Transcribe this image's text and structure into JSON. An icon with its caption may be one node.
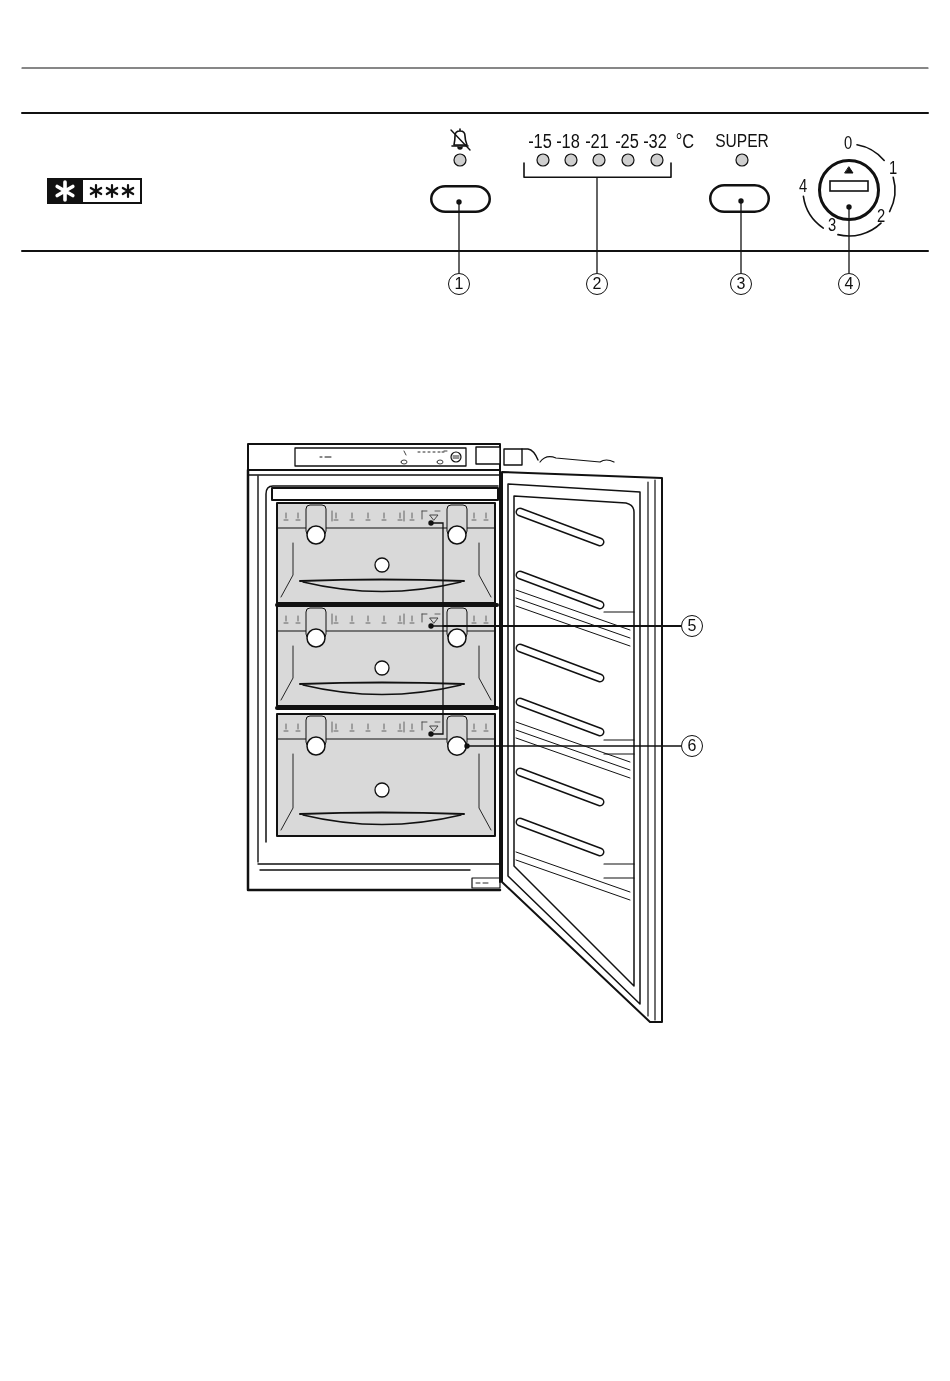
{
  "diagram": {
    "nodes": [
      {
        "text": [],
        "shape": "box"
      },
      {
        "text": [],
        "shape": "bracket"
      },
      {
        "text": [],
        "shape": "box"
      },
      {
        "text": [],
        "shape": "circle"
      },
      {
        "text": [
          "1"
        ]
      },
      {
        "text": [
          "2"
        ]
      },
      {
        "text": [
          "3"
        ]
      },
      {
        "text": [
          "4"
        ]
      },
      {
        "text": [],
        "shape": "picture"
      },
      {
        "text": [],
        "shape": "picture"
      },
      {
        "text": [
          "5"
        ]
      },
      {
        "text": [],
        "shape": "picture"
      },
      {
        "text": [],
        "shape": "circle"
      },
      {
        "text": [
          "6"
        ]
      }
    ],
    "edges": [
      {
        "from": 4,
        "to": 0,
        "arrow": "other"
      },
      {
        "from": 5,
        "to": 1,
        "arrow": "none"
      },
      {
        "from": 6,
        "to": 2,
        "arrow": "other"
      },
      {
        "from": 7,
        "to": 3,
        "arrow": "other"
      },
      {
        "from": 10,
        "to": 8,
        "arrow": "other"
      },
      {
        "from": 10,
        "to": 9,
        "arrow": "other"
      },
      {
        "from": 10,
        "to": 11,
        "arrow": "other"
      },
      {
        "from": 13,
        "to": 12,
        "arrow": "other"
      }
    ],
    "labels": [
      "-15",
      "-18",
      "-21",
      "-25",
      "-32",
      "°C",
      "SUPER",
      "0",
      "1",
      "2",
      "3",
      "4"
    ]
  }
}
